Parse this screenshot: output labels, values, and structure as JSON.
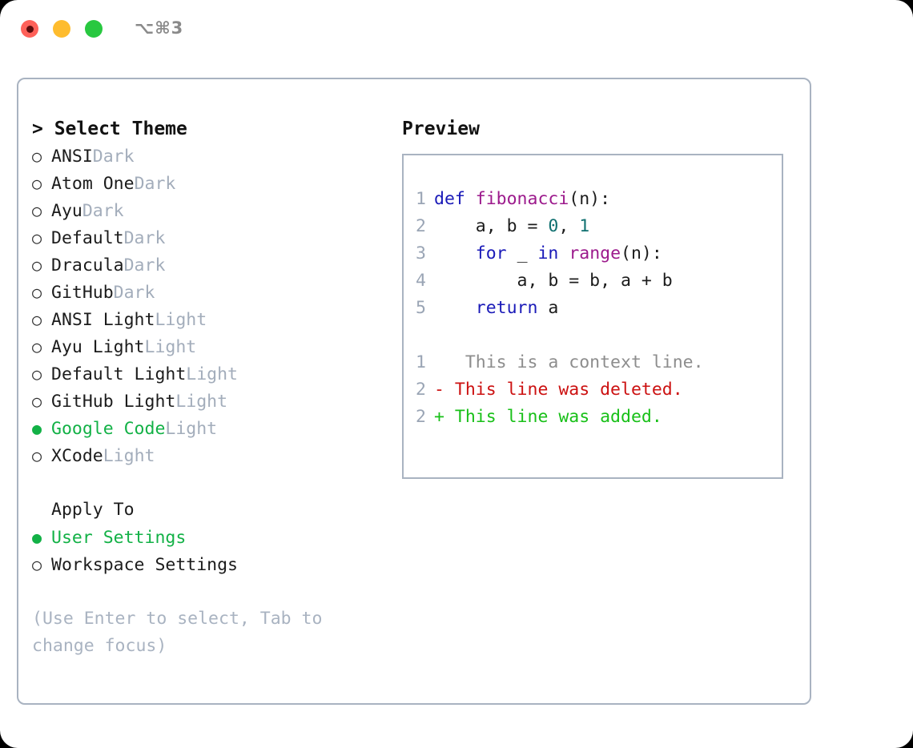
{
  "titlebar": {
    "shortcut": "⌥⌘3",
    "buttons": [
      {
        "name": "close",
        "color": "#ff6159"
      },
      {
        "name": "minimize",
        "color": "#febc2e"
      },
      {
        "name": "maximize",
        "color": "#28c840"
      }
    ]
  },
  "colors": {
    "accent_green": "#12b146",
    "border": "#a9b3c1",
    "muted": "#a3adbb",
    "keyword": "#1a1ab8",
    "function": "#9c1a8c",
    "number": "#107070",
    "plain": "#1c1c1c",
    "diff_context": "#8d8d8d",
    "diff_deleted": "#cc1111",
    "diff_added": "#18c018",
    "line_number": "#9aa5b5"
  },
  "left": {
    "title": "> Select Theme",
    "themes": [
      {
        "bullet": "○",
        "name": "ANSI",
        "category": "Dark",
        "selected": false
      },
      {
        "bullet": "○",
        "name": "Atom One",
        "category": "Dark",
        "selected": false
      },
      {
        "bullet": "○",
        "name": "Ayu",
        "category": "Dark",
        "selected": false
      },
      {
        "bullet": "○",
        "name": "Default",
        "category": "Dark",
        "selected": false
      },
      {
        "bullet": "○",
        "name": "Dracula",
        "category": "Dark",
        "selected": false
      },
      {
        "bullet": "○",
        "name": "GitHub",
        "category": "Dark",
        "selected": false
      },
      {
        "bullet": "○",
        "name": "ANSI Light",
        "category": "Light",
        "selected": false
      },
      {
        "bullet": "○",
        "name": "Ayu Light",
        "category": "Light",
        "selected": false
      },
      {
        "bullet": "○",
        "name": "Default Light",
        "category": "Light",
        "selected": false
      },
      {
        "bullet": "○",
        "name": "GitHub Light",
        "category": "Light",
        "selected": false
      },
      {
        "bullet": "●",
        "name": "Google Code",
        "category": "Light",
        "selected": true
      },
      {
        "bullet": "○",
        "name": "XCode",
        "category": "Light",
        "selected": false
      }
    ],
    "apply_to": {
      "title": "Apply To",
      "options": [
        {
          "bullet": "●",
          "label": "User Settings",
          "selected": true
        },
        {
          "bullet": "○",
          "label": "Workspace Settings",
          "selected": false
        }
      ]
    },
    "hint": "(Use Enter to select, Tab to change focus)"
  },
  "right": {
    "title": "Preview",
    "code_lines": [
      {
        "num": "1",
        "tokens": [
          {
            "t": "def ",
            "c": "kw"
          },
          {
            "t": "fibonacci",
            "c": "fn"
          },
          {
            "t": "(n):",
            "c": "pln"
          }
        ]
      },
      {
        "num": "2",
        "tokens": [
          {
            "t": "    a, b = ",
            "c": "pln"
          },
          {
            "t": "0",
            "c": "num"
          },
          {
            "t": ", ",
            "c": "pln"
          },
          {
            "t": "1",
            "c": "num"
          }
        ]
      },
      {
        "num": "3",
        "tokens": [
          {
            "t": "    ",
            "c": "pln"
          },
          {
            "t": "for",
            "c": "kw"
          },
          {
            "t": " _ ",
            "c": "pln"
          },
          {
            "t": "in",
            "c": "kw"
          },
          {
            "t": " ",
            "c": "pln"
          },
          {
            "t": "range",
            "c": "fn"
          },
          {
            "t": "(n):",
            "c": "pln"
          }
        ]
      },
      {
        "num": "4",
        "tokens": [
          {
            "t": "        a, b = b, a + b",
            "c": "pln"
          }
        ]
      },
      {
        "num": "5",
        "tokens": [
          {
            "t": "    ",
            "c": "pln"
          },
          {
            "t": "return",
            "c": "kw"
          },
          {
            "t": " a",
            "c": "pln"
          }
        ]
      }
    ],
    "diff_lines": [
      {
        "num": "1",
        "marker": " ",
        "text": "  This is a context line.",
        "kind": "context"
      },
      {
        "num": "2",
        "marker": "-",
        "text": " This line was deleted.",
        "kind": "deleted"
      },
      {
        "num": "2",
        "marker": "+",
        "text": " This line was added.",
        "kind": "added"
      }
    ]
  }
}
